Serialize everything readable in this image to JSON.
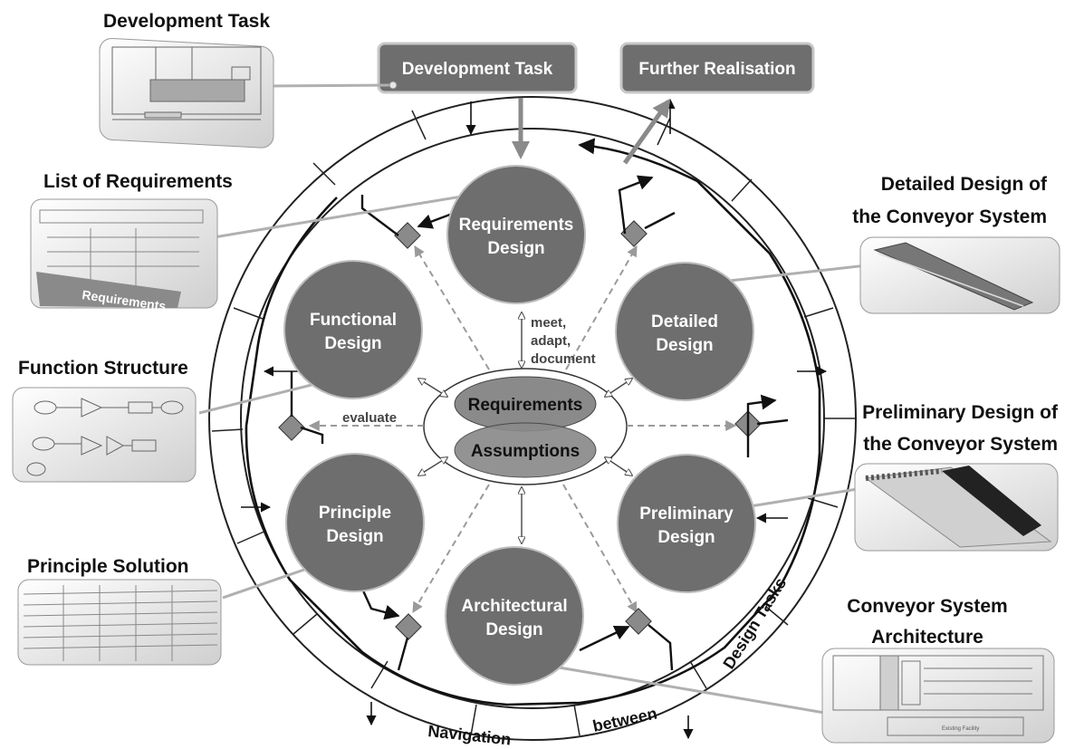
{
  "top_boxes": {
    "development_task": "Development Task",
    "further_realisation": "Further Realisation"
  },
  "circles": {
    "requirements": [
      "Requirements",
      "Design"
    ],
    "functional": [
      "Functional",
      "Design"
    ],
    "detailed": [
      "Detailed",
      "Design"
    ],
    "principle": [
      "Principle",
      "Design"
    ],
    "preliminary": [
      "Preliminary",
      "Design"
    ],
    "architectural": [
      "Architectural",
      "Design"
    ]
  },
  "center": {
    "requirements": "Requirements",
    "assumptions": "Assumptions"
  },
  "annotations": {
    "meet_adapt_document": [
      "meet,",
      "adapt,",
      "document"
    ],
    "evaluate": "evaluate"
  },
  "ring": {
    "navigation": "Navigation",
    "between": "between",
    "design_tasks": "Design Tasks"
  },
  "side_headings": {
    "development_task": "Development Task",
    "list_of_requirements": "List of Requirements",
    "function_structure": "Function Structure",
    "principle_solution": "Principle Solution",
    "detailed_design": [
      "Detailed Design of",
      "the Conveyor System"
    ],
    "preliminary_design": [
      "Preliminary Design of",
      "the Conveyor System"
    ],
    "conveyor_architecture": [
      "Conveyor System",
      "Architecture"
    ]
  },
  "thumbnail_texts": {
    "requirements_banner": "Requirements",
    "existing_facility": "Existing Facility"
  },
  "colors": {
    "circle_fill": "#6e6e6e",
    "circle_stroke": "#bdbdbd",
    "box_fill": "#6e6e6e",
    "ring_stroke": "#222222",
    "connector": "#b0b0b0",
    "dashed": "#9a9a9a"
  }
}
